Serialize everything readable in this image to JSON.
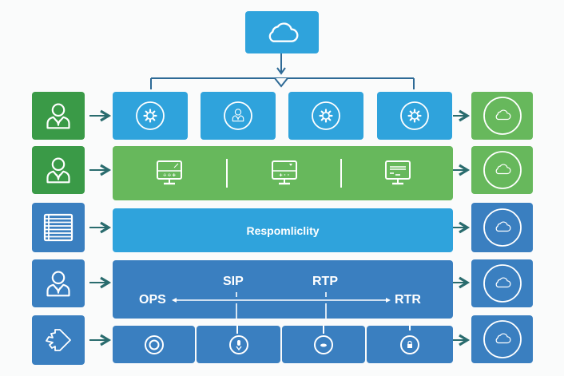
{
  "diagram": {
    "top_node": {
      "icon": "cloud-icon",
      "color": "#2fa3dc"
    },
    "connector_color": "#2e6a96",
    "row1": {
      "left_icon": "user-icon",
      "left_color": "#3a9a47",
      "nodes": [
        {
          "icon": "gear-icon"
        },
        {
          "icon": "user-icon"
        },
        {
          "icon": "gear-icon"
        },
        {
          "icon": "gear-icon"
        }
      ],
      "node_color": "#2fa3dc",
      "right_icon": "cloud-icon",
      "right_color": "#67b85c"
    },
    "row2": {
      "left_icon": "user-icon",
      "bar_color": "#67b85c",
      "segments": [
        {
          "icon": "monitor-tools-icon"
        },
        {
          "icon": "monitor-controls-icon"
        },
        {
          "icon": "monitor-document-icon"
        }
      ],
      "right_icon": "cloud-icon"
    },
    "row3": {
      "left_icon": "list-icon",
      "bar_label": "Respomliclity",
      "bar_color": "#2fa3dc",
      "right_icon": "cloud-icon",
      "right_color": "#3a7fc0"
    },
    "row4": {
      "left_icon": "user-icon",
      "bar_color": "#3a7fc0",
      "labels": {
        "left": "OPS",
        "mid1": "SIP",
        "mid2": "RTP",
        "right": "RTR"
      },
      "right_icon": "cloud-icon"
    },
    "row5": {
      "left_icon": "puzzle-arrow-icon",
      "segments": [
        {
          "icon": "target-icon"
        },
        {
          "icon": "microphone-icon"
        },
        {
          "icon": "eye-icon"
        },
        {
          "icon": "lock-icon"
        }
      ],
      "right_icon": "cloud-icon"
    }
  }
}
